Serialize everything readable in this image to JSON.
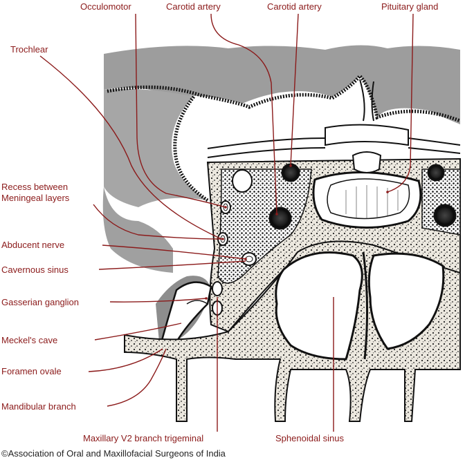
{
  "labels": {
    "occulomotor": "Occulomotor",
    "carotid_artery_1": "Carotid artery",
    "carotid_artery_2": "Carotid artery",
    "pituitary_gland": "Pituitary gland",
    "trochlear": "Trochlear",
    "recess_line1": "Recess between",
    "recess_line2": "Meningeal layers",
    "abducent_nerve": "Abducent nerve",
    "cavernous_sinus": "Cavernous sinus",
    "gasserian_ganglion": "Gasserian ganglion",
    "meckels_cave": "Meckel's cave",
    "foramen_ovale": "Foramen ovale",
    "mandibular_branch": "Mandibular branch",
    "maxillary_branch": "Maxillary V2 branch trigeminal",
    "sphenoidal_sinus": "Sphenoidal sinus"
  },
  "credit": "©Association of Oral and Maxillofacial Surgeons of India",
  "colors": {
    "label": "#8b1a1a",
    "brain_gray": "#9a9a9a",
    "bone_fill": "#e9e5dc",
    "ink": "#111111"
  }
}
